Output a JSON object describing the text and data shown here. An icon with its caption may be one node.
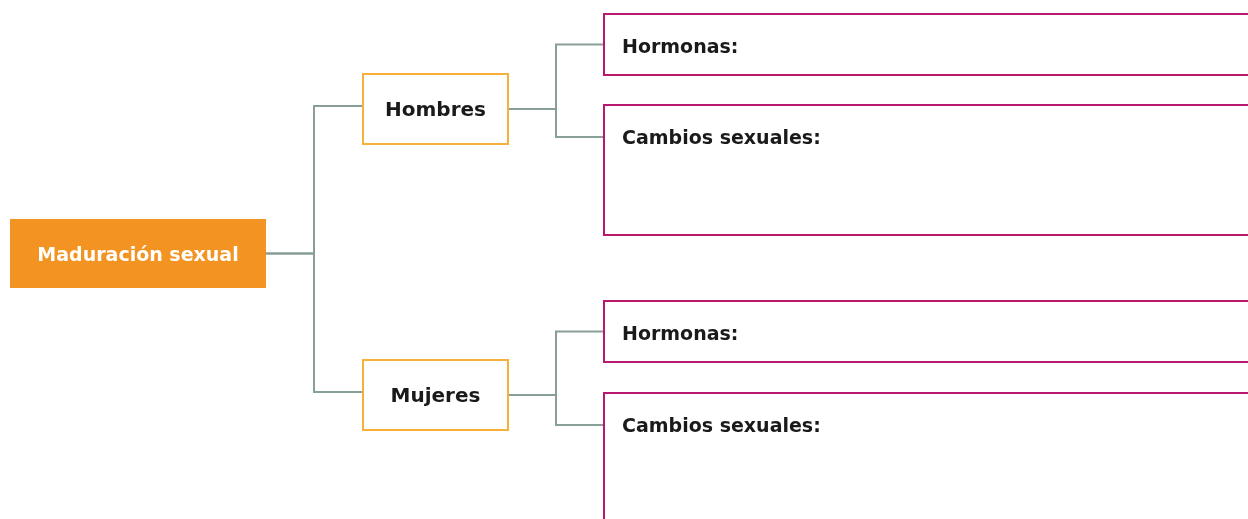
{
  "diagram": {
    "nodes": [
      {
        "text": [
          "Maduración sexual"
        ]
      },
      {
        "text": [
          "Hombres"
        ]
      },
      {
        "text": [
          "Hormonas:"
        ]
      },
      {
        "text": [
          "Cambios sexuales:"
        ]
      },
      {
        "text": [
          "Mujeres"
        ]
      },
      {
        "text": [
          "Hormonas:"
        ]
      },
      {
        "text": [
          "Cambios sexuales:"
        ]
      }
    ],
    "edges": [
      {
        "from": 0,
        "to": 1,
        "arrow": "none"
      },
      {
        "from": 0,
        "to": 4,
        "arrow": "none"
      },
      {
        "from": 1,
        "to": 2,
        "arrow": "none"
      },
      {
        "from": 1,
        "to": 3,
        "arrow": "none"
      },
      {
        "from": 4,
        "to": 5,
        "arrow": "none"
      },
      {
        "from": 4,
        "to": 6,
        "arrow": "none"
      }
    ]
  }
}
